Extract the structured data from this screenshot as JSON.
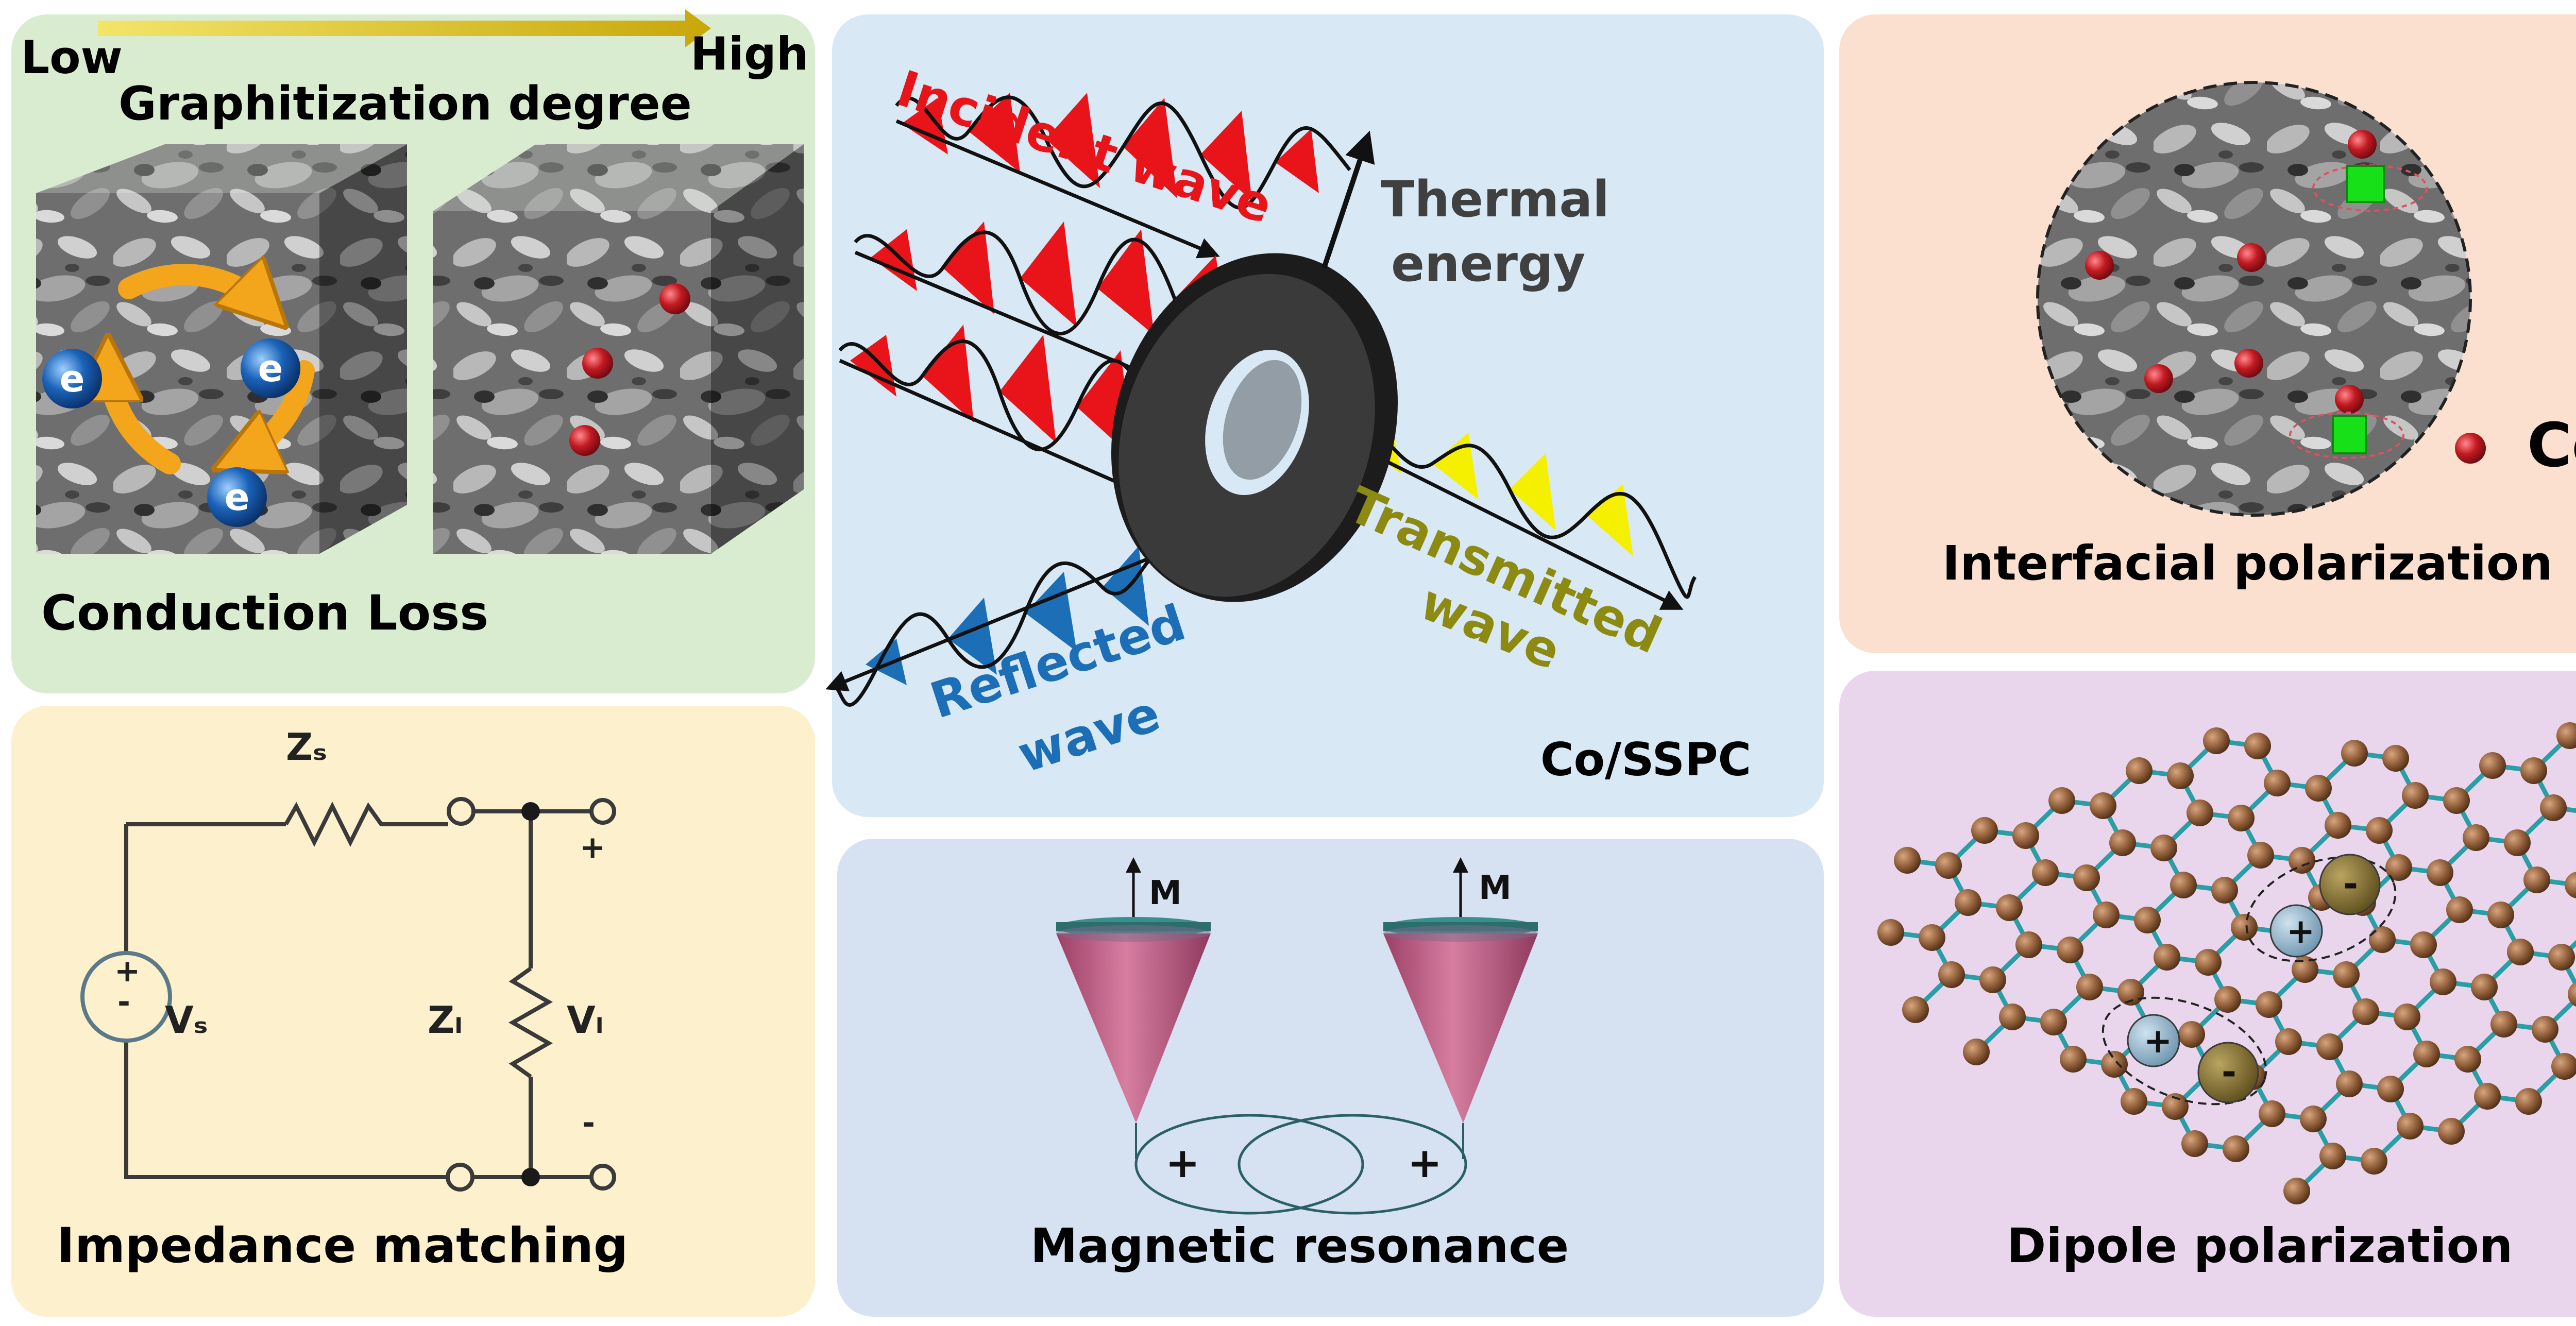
{
  "colors": {
    "conduction_bg": "#d9ecd0",
    "impedance_bg": "#fdf0cd",
    "center_bg": "#d8e8f4",
    "magnetic_bg": "#d6e2f2",
    "interfacial_bg": "#fbe0d0",
    "dipole_bg": "#ead6ec",
    "incident": "#e8141a",
    "reflected": "#1c6fb6",
    "transmitted": "#f4f000",
    "transmitted_label": "#8c8a10",
    "thermal_label": "#404040",
    "cobalt": "#c41a22",
    "electron": "#1a62b8",
    "arrow_gold": "#f3a51c",
    "cone": "#b8587e",
    "atom": "#8b5a36",
    "bond": "#2a9ea6",
    "plus_charge": "#7fa6c0",
    "minus_charge": "#7c6a2c"
  },
  "panels": {
    "conduction": {
      "low": "Low",
      "high": "High",
      "axis": "Graphitization degree",
      "electron": "e",
      "title": "Conduction Loss"
    },
    "impedance": {
      "zs": "Zₛ",
      "zl": "Zₗ",
      "vs": "Vₛ",
      "vl": "Vₗ",
      "plus": "+",
      "minus": "-",
      "src_plus": "+",
      "src_minus": "-",
      "title": "Impedance matching"
    },
    "center": {
      "incident": "Incident wave",
      "thermal_1": "Thermal",
      "thermal_2": "energy",
      "transmitted_1": "Transmitted",
      "transmitted_2": "wave",
      "reflected_1": "Reflected",
      "reflected_2": "wave",
      "sample": "Co/SSPC"
    },
    "magnetic": {
      "m_left": "M",
      "m_right": "M",
      "plus_left": "+",
      "plus_right": "+",
      "title": "Magnetic resonance"
    },
    "interfacial": {
      "co": "Co",
      "title": "Interfacial polarization"
    },
    "dipole": {
      "plus_1": "+",
      "minus_1": "-",
      "plus_2": "+",
      "minus_2": "-",
      "title": "Dipole polarization"
    }
  }
}
